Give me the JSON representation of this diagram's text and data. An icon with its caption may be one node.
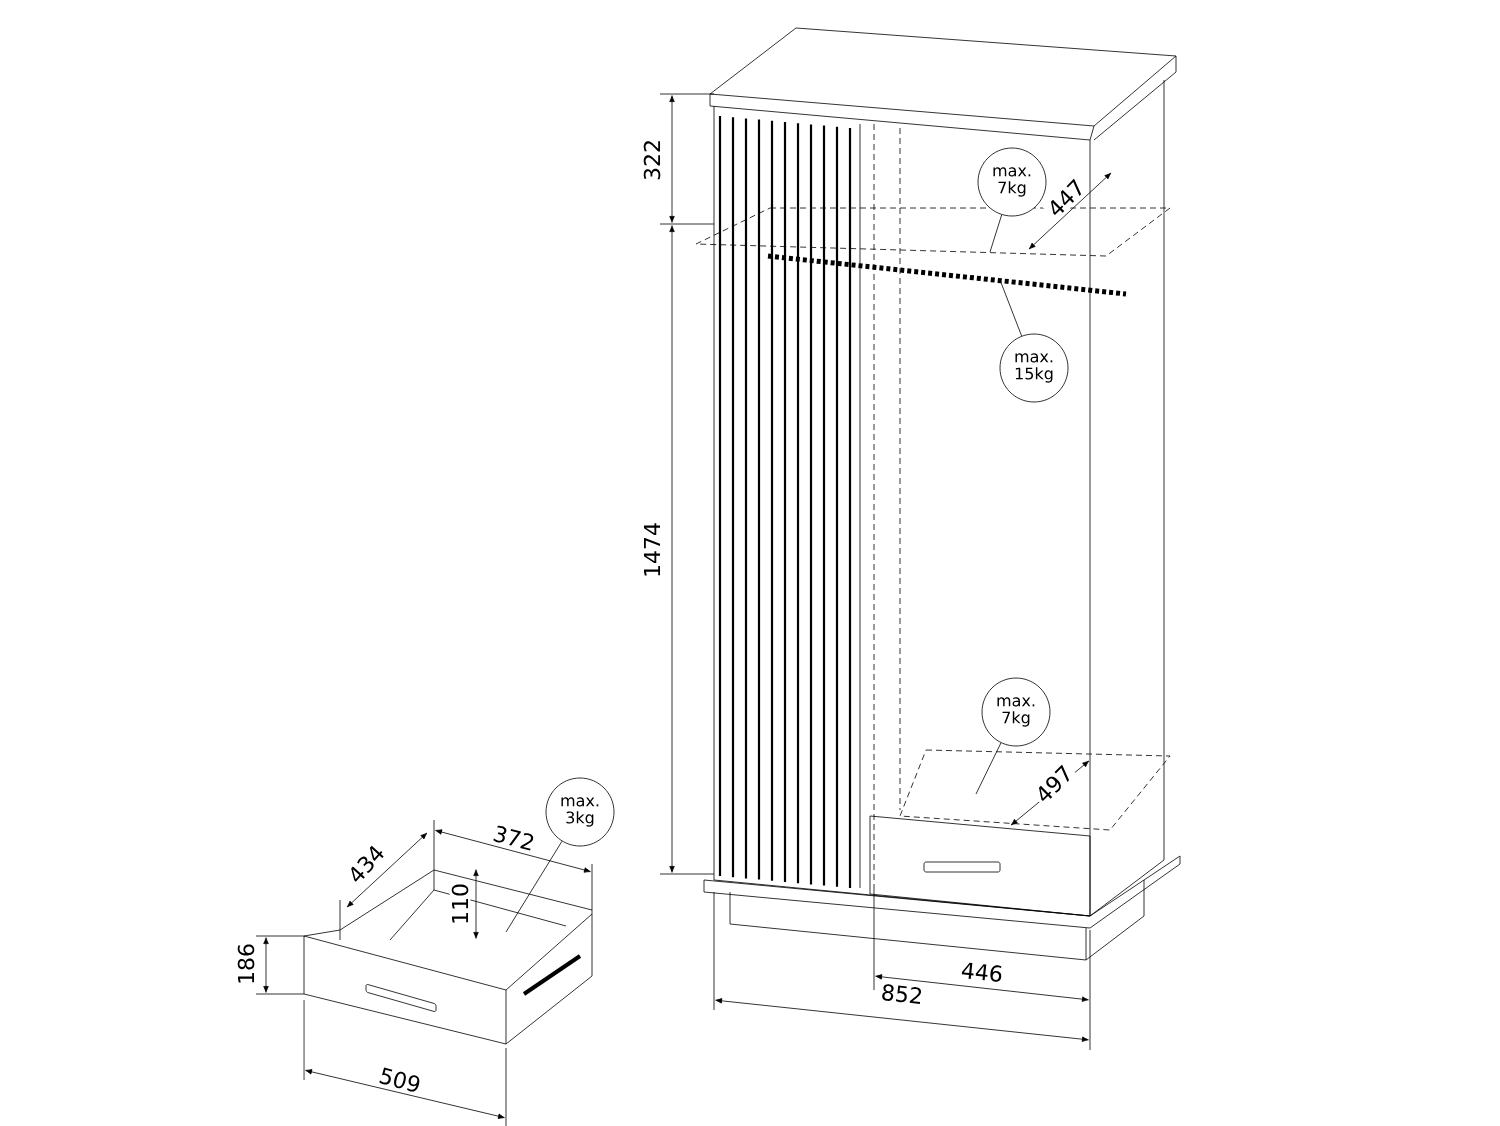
{
  "diagram": {
    "nodes": [
      {
        "text": [
          "max. 7kg"
        ]
      },
      {
        "text": [
          "max. 15kg"
        ]
      },
      {
        "text": [
          "max. 7kg"
        ]
      },
      {
        "text": [
          "max. 3kg"
        ]
      }
    ],
    "edges": [
      {
        "from": 0,
        "to": null,
        "arrow": "none"
      },
      {
        "from": 1,
        "to": null,
        "arrow": "none"
      },
      {
        "from": 2,
        "to": null,
        "arrow": "none"
      },
      {
        "from": 3,
        "to": null,
        "arrow": "none"
      }
    ],
    "labels": [
      "322",
      "447",
      "1474",
      "497",
      "434",
      "372",
      "110",
      "186",
      "446",
      "852",
      "509"
    ]
  }
}
